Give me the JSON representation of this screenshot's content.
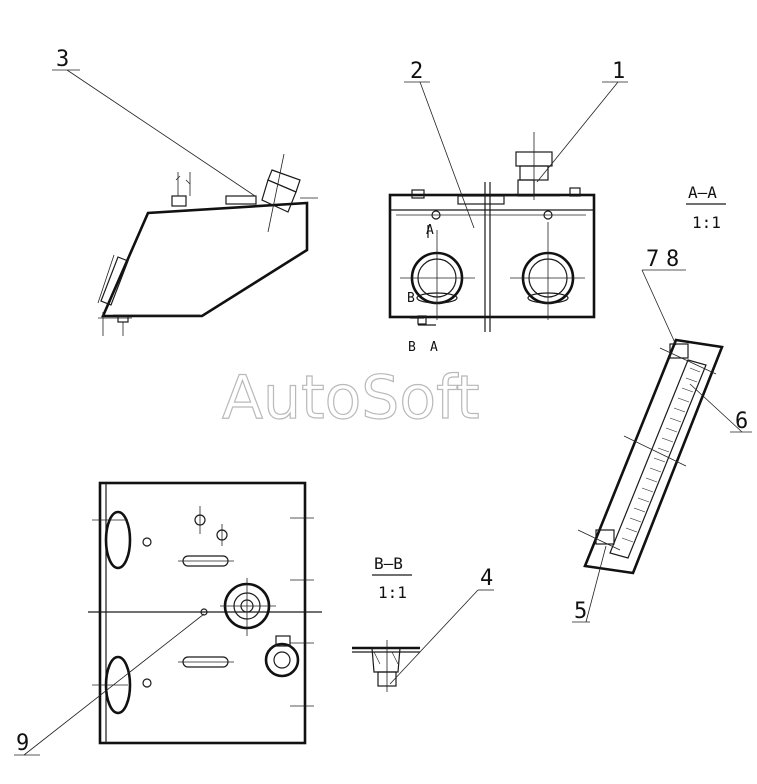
{
  "drawing": {
    "watermark": "AutoSoft",
    "callouts": {
      "c1": "1",
      "c2": "2",
      "c3": "3",
      "c4": "4",
      "c5": "5",
      "c6": "6",
      "c7": "7",
      "c8": "8",
      "c9": "9"
    },
    "sections": {
      "aa_title": "A–A",
      "aa_scale": "1:1",
      "bb_title": "B–B",
      "bb_scale": "1:1"
    },
    "view_marks": {
      "a_top": "A",
      "b_left": "B",
      "b_bottom": "B",
      "a_bottom": "A"
    }
  }
}
